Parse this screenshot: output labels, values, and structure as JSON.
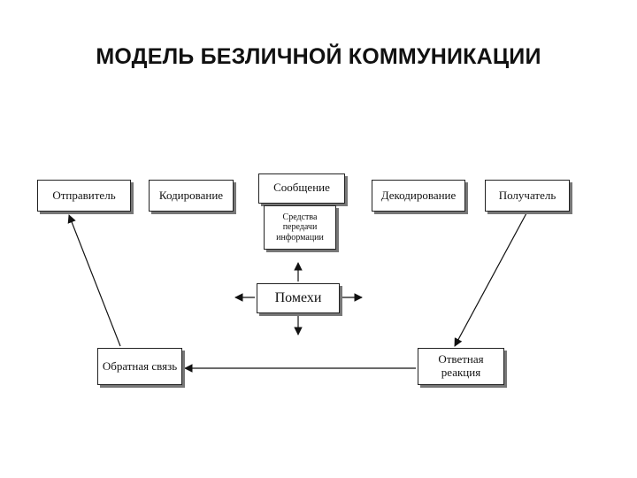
{
  "title": "МОДЕЛЬ БЕЗЛИЧНОЙ КОММУНИКАЦИИ",
  "nodes": {
    "sender": "Отправитель",
    "encoding": "Кодирование",
    "message": "Сообщение",
    "channel": "Средства передачи информации",
    "decoding": "Декодирование",
    "receiver": "Получатель",
    "noise": "Помехи",
    "feedback": "Обратная связь",
    "response": "Ответная реакция"
  },
  "colors": {
    "line": "#111111",
    "border": "#222222",
    "shadow": "#777777"
  }
}
